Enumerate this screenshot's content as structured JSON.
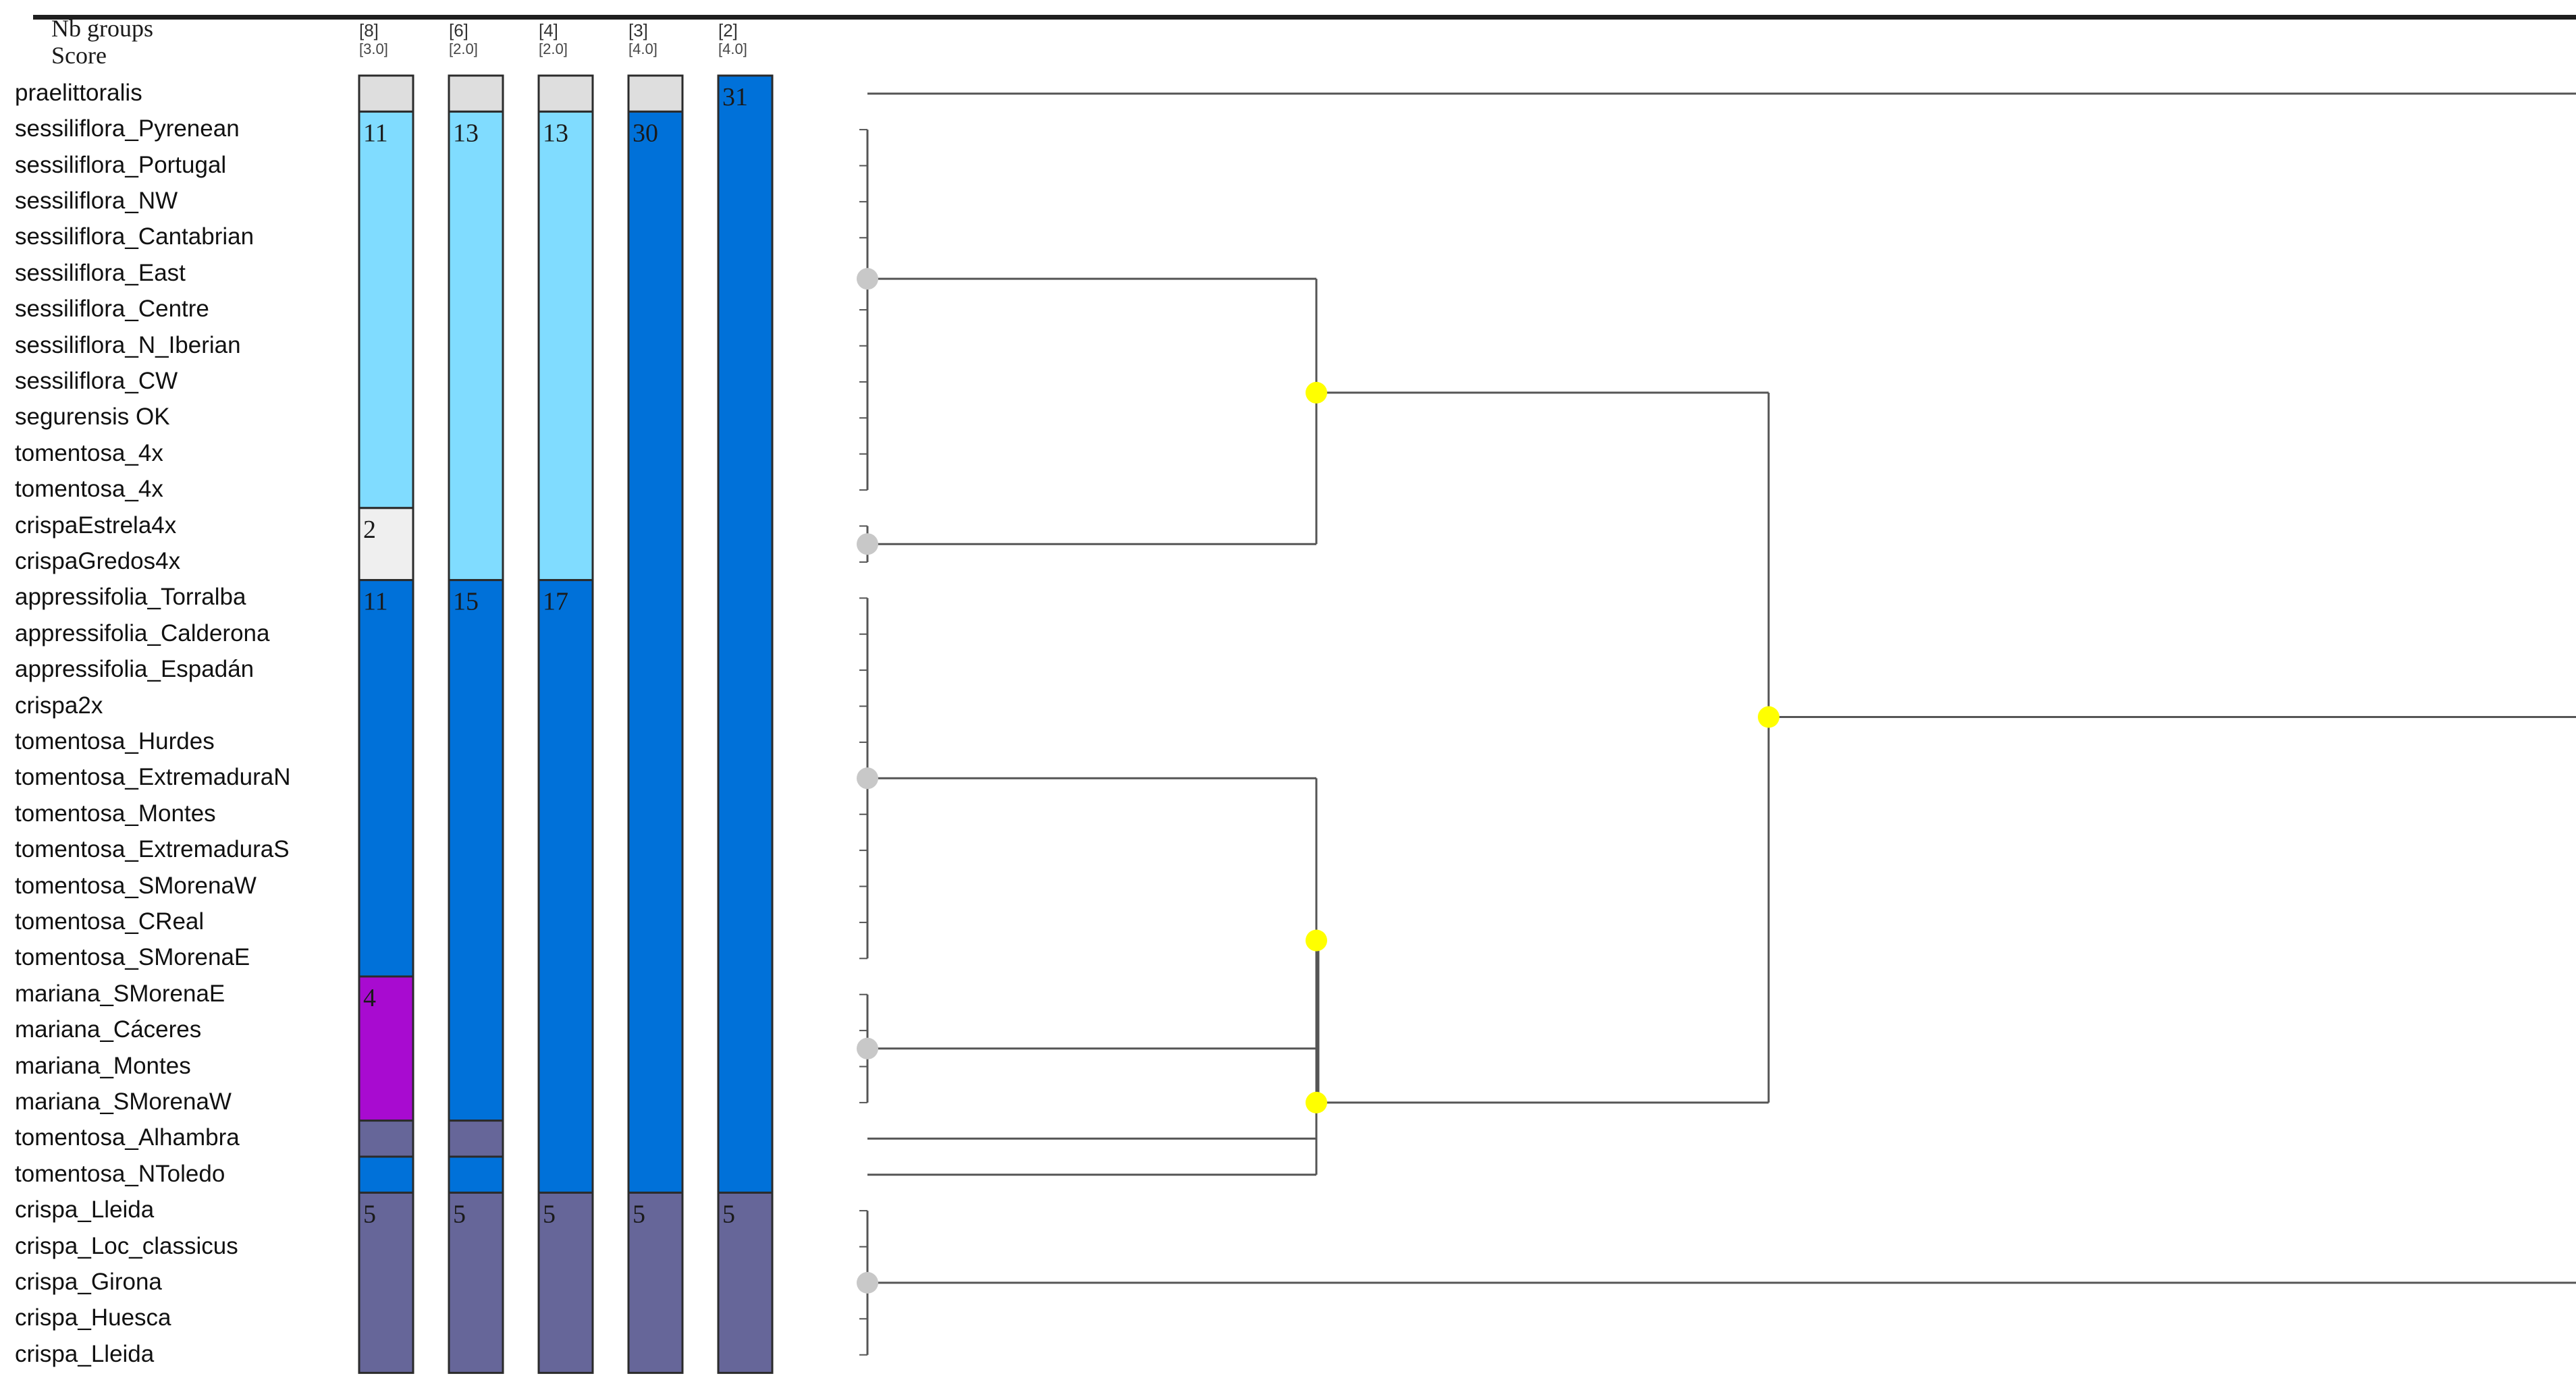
{
  "header": {
    "nb_groups_label": "Nb groups",
    "score_label": "Score"
  },
  "columns": [
    {
      "groups": "[8]",
      "score": "[3.0]"
    },
    {
      "groups": "[6]",
      "score": "[2.0]"
    },
    {
      "groups": "[4]",
      "score": "[2.0]"
    },
    {
      "groups": "[3]",
      "score": "[4.0]"
    },
    {
      "groups": "[2]",
      "score": "[4.0]"
    }
  ],
  "taxa": [
    "praelittoralis",
    "sessiliflora_Pyrenean",
    "sessiliflora_Portugal",
    "sessiliflora_NW",
    "sessiliflora_Cantabrian",
    "sessiliflora_East",
    "sessiliflora_Centre",
    "sessiliflora_N_Iberian",
    "sessiliflora_CW",
    "segurensis   OK",
    "tomentosa_4x",
    "tomentosa_4x",
    "crispaEstrela4x",
    "crispaGredos4x",
    "appressifolia_Torralba",
    "appressifolia_Calderona",
    "appressifolia_Espadán",
    "crispa2x",
    "tomentosa_Hurdes",
    "tomentosa_ExtremaduraN",
    "tomentosa_Montes",
    "tomentosa_ExtremaduraS",
    "tomentosa_SMorenaW",
    "tomentosa_CReal",
    "tomentosa_SMorenaE",
    "mariana_SMorenaE",
    "mariana_Cáceres",
    "mariana_Montes",
    "mariana_SMorenaW",
    "tomentosa_Alhambra",
    "tomentosa_NToledo",
    "crispa_Lleida",
    "crispa_Loc_classicus",
    "crispa_Girona",
    "crispa_Huesca",
    "crispa_Lleida"
  ],
  "colors": {
    "grey": "#dedede",
    "light_grey": "#efefef",
    "light_blue": "#80dcff",
    "blue": "#0071d9",
    "purple": "#a80bd0",
    "slate": "#666699",
    "node_yellow": "#ffff00",
    "node_grey": "#c8c8c8",
    "line": "#555555"
  },
  "partitions": [
    [
      {
        "start": 0,
        "end": 0,
        "color": "grey",
        "count": ""
      },
      {
        "start": 1,
        "end": 11,
        "color": "light_blue",
        "count": "11"
      },
      {
        "start": 12,
        "end": 13,
        "color": "light_grey",
        "count": "2"
      },
      {
        "start": 14,
        "end": 24,
        "color": "blue",
        "count": "11"
      },
      {
        "start": 25,
        "end": 28,
        "color": "purple",
        "count": "4"
      },
      {
        "start": 29,
        "end": 29,
        "color": "slate",
        "count": ""
      },
      {
        "start": 30,
        "end": 30,
        "color": "blue",
        "count": ""
      },
      {
        "start": 31,
        "end": 35,
        "color": "slate",
        "count": "5"
      }
    ],
    [
      {
        "start": 0,
        "end": 0,
        "color": "grey",
        "count": ""
      },
      {
        "start": 1,
        "end": 13,
        "color": "light_blue",
        "count": "13"
      },
      {
        "start": 14,
        "end": 28,
        "color": "blue",
        "count": "15"
      },
      {
        "start": 29,
        "end": 29,
        "color": "slate",
        "count": ""
      },
      {
        "start": 30,
        "end": 30,
        "color": "blue",
        "count": ""
      },
      {
        "start": 31,
        "end": 35,
        "color": "slate",
        "count": "5"
      }
    ],
    [
      {
        "start": 0,
        "end": 0,
        "color": "grey",
        "count": ""
      },
      {
        "start": 1,
        "end": 13,
        "color": "light_blue",
        "count": "13"
      },
      {
        "start": 14,
        "end": 30,
        "color": "blue",
        "count": "17"
      },
      {
        "start": 31,
        "end": 35,
        "color": "slate",
        "count": "5"
      }
    ],
    [
      {
        "start": 0,
        "end": 0,
        "color": "grey",
        "count": ""
      },
      {
        "start": 1,
        "end": 30,
        "color": "blue",
        "count": "30"
      },
      {
        "start": 31,
        "end": 35,
        "color": "slate",
        "count": "5"
      }
    ],
    [
      {
        "start": 0,
        "end": 30,
        "color": "blue",
        "count": "31"
      },
      {
        "start": 31,
        "end": 35,
        "color": "slate",
        "count": "5"
      }
    ]
  ]
}
